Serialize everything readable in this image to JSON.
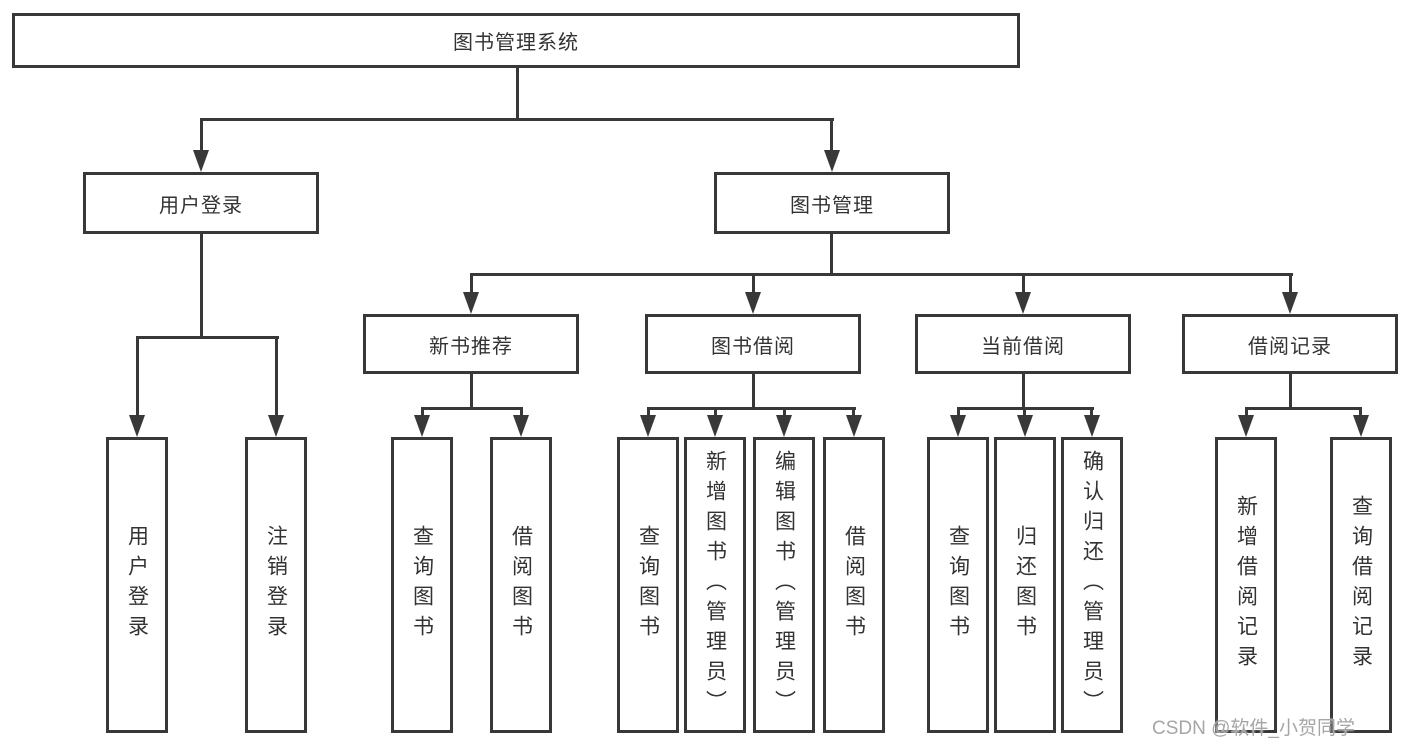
{
  "diagram": {
    "title_node": {
      "label": "图书管理系统"
    },
    "level2": [
      {
        "label": "用户登录"
      },
      {
        "label": "图书管理"
      }
    ],
    "level3": [
      {
        "label": "新书推荐"
      },
      {
        "label": "图书借阅"
      },
      {
        "label": "当前借阅"
      },
      {
        "label": "借阅记录"
      }
    ],
    "groups": {
      "user_login": {
        "parent": "用户登录",
        "children": [
          "用户登录",
          "注销登录"
        ]
      },
      "new_books": {
        "parent": "新书推荐",
        "children": [
          "查询图书",
          "借阅图书"
        ]
      },
      "book_borrowing": {
        "parent": "图书借阅",
        "children": [
          "查询图书",
          "新增图书（管理员）",
          "编辑图书（管理员）",
          "借阅图书"
        ]
      },
      "current_borrowing": {
        "parent": "当前借阅",
        "children": [
          "查询图书",
          "归还图书",
          "确认归还（管理员）"
        ]
      },
      "borrow_records": {
        "parent": "借阅记录",
        "children": [
          "新增借阅记录",
          "查询借阅记录"
        ]
      }
    },
    "colors": {
      "line": "#383838",
      "text": "#333333",
      "background": "#ffffff",
      "watermark": "#a6a6a6"
    },
    "watermark": "CSDN @软件_小贺同学"
  }
}
